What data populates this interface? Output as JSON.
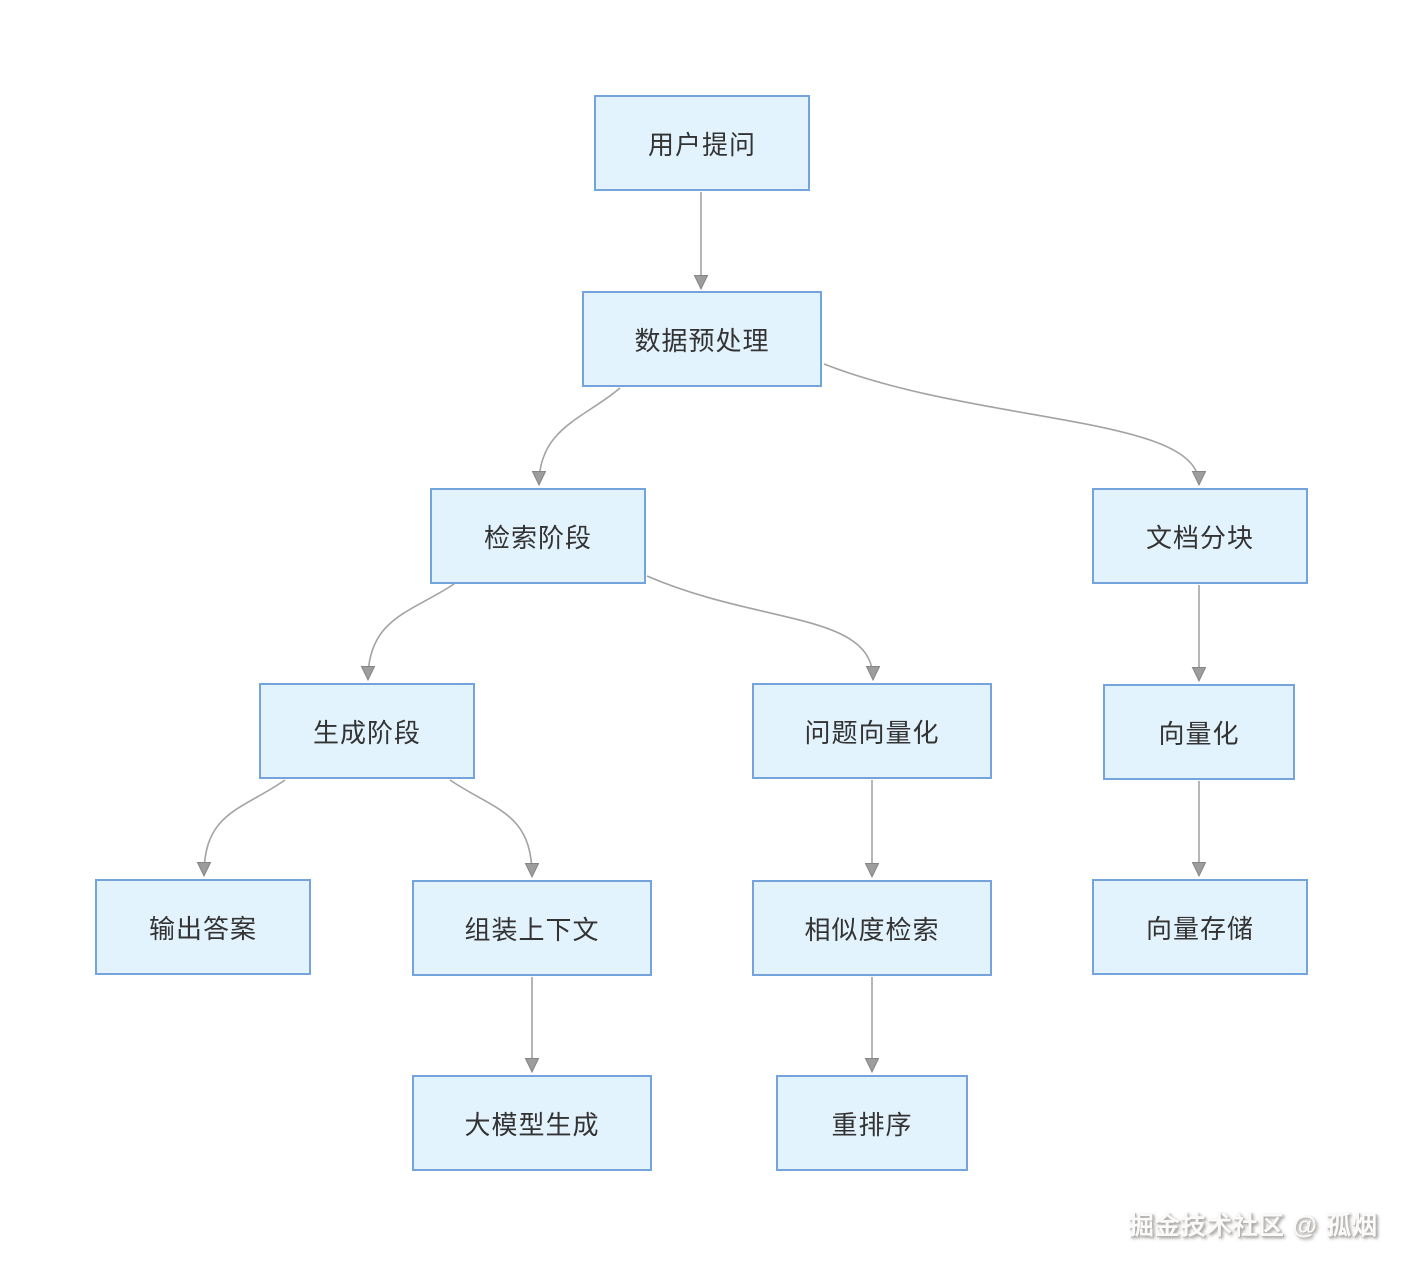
{
  "nodes": [
    {
      "id": "user-question",
      "label": "用户提问"
    },
    {
      "id": "data-preprocessing",
      "label": "数据预处理"
    },
    {
      "id": "retrieval-stage",
      "label": "检索阶段"
    },
    {
      "id": "document-chunking",
      "label": "文档分块"
    },
    {
      "id": "generation-stage",
      "label": "生成阶段"
    },
    {
      "id": "question-vectorization",
      "label": "问题向量化"
    },
    {
      "id": "vectorization",
      "label": "向量化"
    },
    {
      "id": "output-answer",
      "label": "输出答案"
    },
    {
      "id": "assemble-context",
      "label": "组装上下文"
    },
    {
      "id": "similarity-search",
      "label": "相似度检索"
    },
    {
      "id": "vector-storage",
      "label": "向量存储"
    },
    {
      "id": "llm-generation",
      "label": "大模型生成"
    },
    {
      "id": "reranking",
      "label": "重排序"
    }
  ],
  "edges": [
    {
      "from": "用户提问",
      "to": "数据预处理"
    },
    {
      "from": "数据预处理",
      "to": "检索阶段"
    },
    {
      "from": "数据预处理",
      "to": "文档分块"
    },
    {
      "from": "检索阶段",
      "to": "生成阶段"
    },
    {
      "from": "检索阶段",
      "to": "问题向量化"
    },
    {
      "from": "文档分块",
      "to": "向量化"
    },
    {
      "from": "生成阶段",
      "to": "输出答案"
    },
    {
      "from": "生成阶段",
      "to": "组装上下文"
    },
    {
      "from": "问题向量化",
      "to": "相似度检索"
    },
    {
      "from": "向量化",
      "to": "向量存储"
    },
    {
      "from": "组装上下文",
      "to": "大模型生成"
    },
    {
      "from": "相似度检索",
      "to": "重排序"
    }
  ],
  "watermark": {
    "text": "掘金技术社区 @ 孤烟"
  },
  "colors": {
    "node_fill": "#e3f3fd",
    "node_border": "#74a4db",
    "edge": "#a3a3a3",
    "text": "#333333",
    "background": "#ffffff"
  }
}
